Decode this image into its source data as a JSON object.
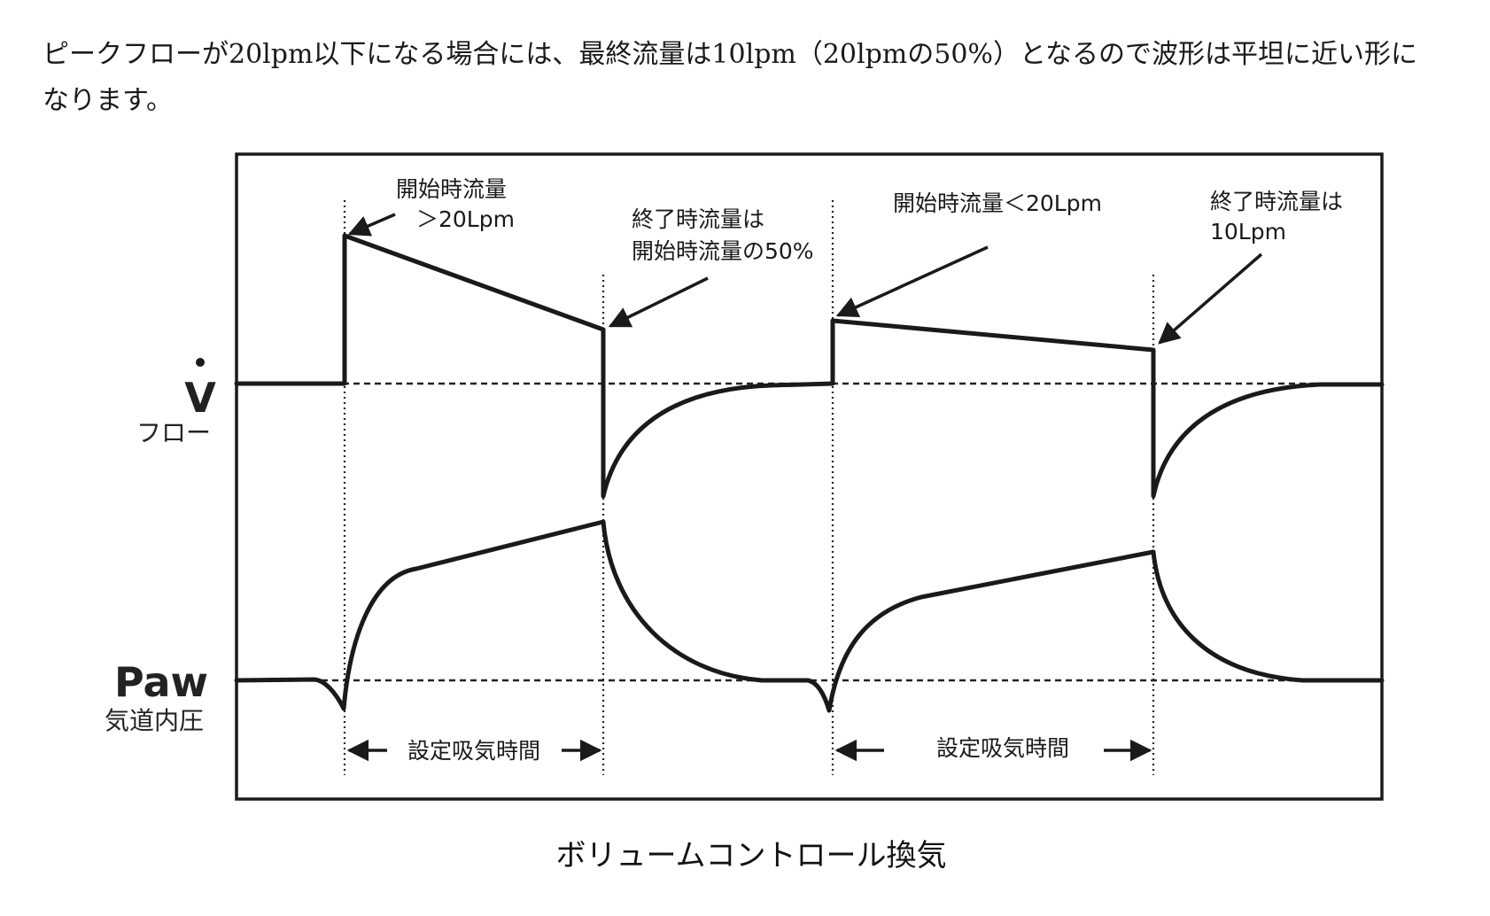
{
  "intro": {
    "line1": "ピークフローが20lpm以下になる場合には、最終流量は10lpm（20lpmの50%）となるので波形は平坦に近い形に",
    "line2": "なります。"
  },
  "axes": {
    "flow_symbol": "V",
    "flow_label": "フロー",
    "paw_symbol": "Paw",
    "paw_label": "気道内圧"
  },
  "annotations": {
    "a1_line1": "開始時流量",
    "a1_line2": "＞20Lpm",
    "a2_line1": "終了時流量は",
    "a2_line2": "開始時流量の50%",
    "a3_line1": "開始時流量＜20Lpm",
    "a4_line1": "終了時流量は",
    "a4_line2": "10Lpm"
  },
  "interval_label_1": "設定吸気時間",
  "interval_label_2": "設定吸気時間",
  "caption": "ボリュームコントロール換気"
}
